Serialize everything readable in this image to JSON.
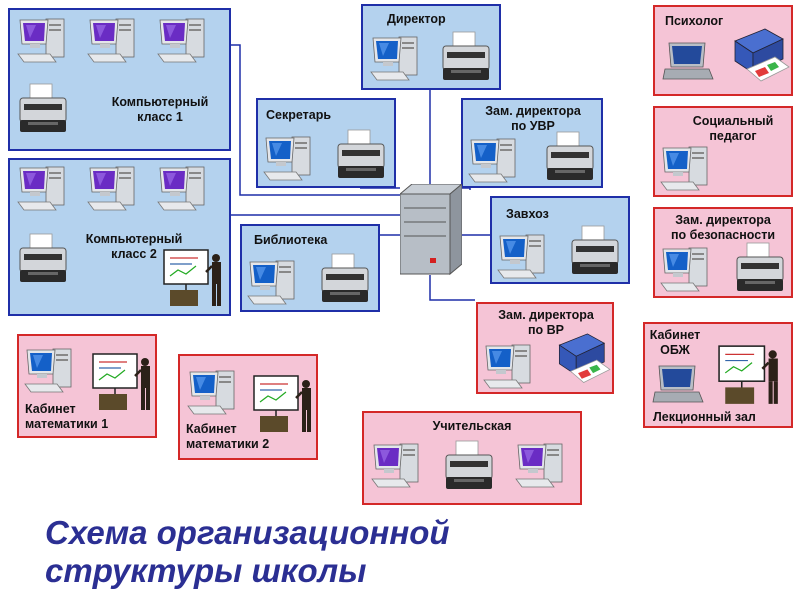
{
  "title": [
    "Схема организационной",
    "структуры школы"
  ],
  "rooms": {
    "director": "Директор",
    "psychologist": "Психолог",
    "comp_class_1": [
      "Компьютерный",
      "класс 1"
    ],
    "secretary": "Секретарь",
    "deputy_uvr": [
      "Зам. директора",
      "по УВР"
    ],
    "social_pedagogue": [
      "Социальный",
      "педагог"
    ],
    "comp_class_2": [
      "Компьютерный",
      "класс 2"
    ],
    "supply_manager": "Завхоз",
    "deputy_security": [
      "Зам. директора",
      "по безопасности"
    ],
    "library": "Библиотека",
    "deputy_vr": [
      "Зам. директора",
      "по ВР"
    ],
    "obzh_cabinet": [
      "Кабинет",
      "ОБЖ"
    ],
    "lecture_hall": "Лекционный зал",
    "math_1": [
      "Кабинет",
      "математики 1"
    ],
    "math_2": [
      "Кабинет",
      "математики 2"
    ],
    "teachers_room": "Учительская"
  },
  "colors": {
    "admin_fill": "#b4d2ee",
    "admin_border": "#1f2fa8",
    "class_fill": "#f5c4d6",
    "class_border": "#d42828",
    "title": "#2b2f93",
    "wire": "#1f2fa8"
  },
  "icons": [
    "server-icon",
    "computer-icon",
    "printer-icon",
    "laptop-icon",
    "color-printer-icon",
    "teacher-board-icon"
  ]
}
